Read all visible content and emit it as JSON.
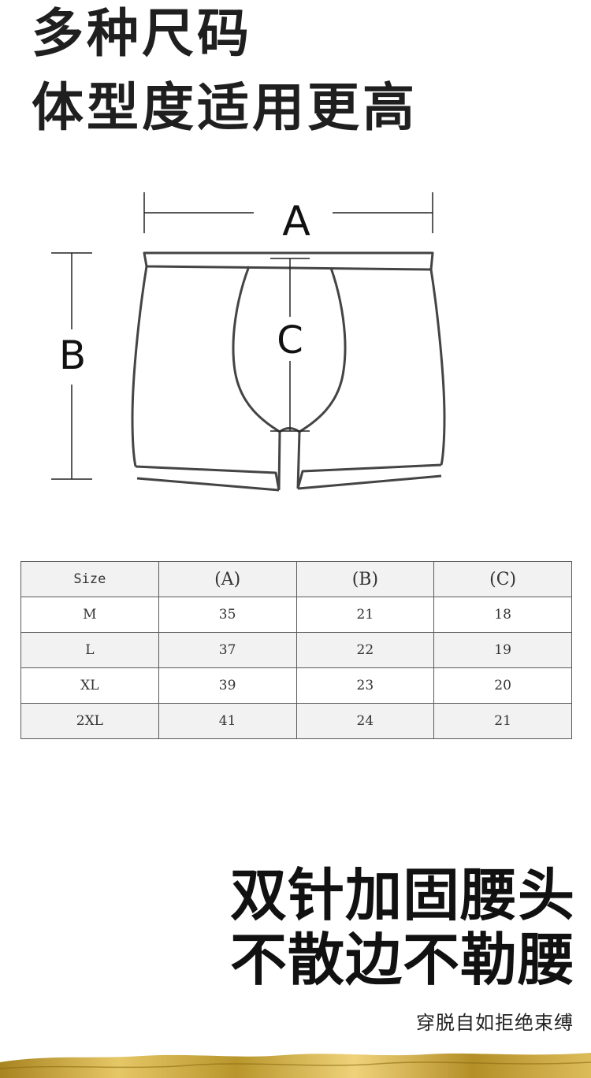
{
  "header": {
    "line1": "多种尺码",
    "line2": "体型度适用更高"
  },
  "diagram": {
    "label_a": "A",
    "label_b": "B",
    "label_c": "C"
  },
  "size_table": {
    "headers": [
      "Size",
      "(A)",
      "(B)",
      "(C)"
    ],
    "rows": [
      [
        "M",
        "35",
        "21",
        "18"
      ],
      [
        "L",
        "37",
        "22",
        "19"
      ],
      [
        "XL",
        "39",
        "23",
        "20"
      ],
      [
        "2XL",
        "41",
        "24",
        "21"
      ]
    ]
  },
  "feature": {
    "title_line1": "双针加固腰头",
    "title_line2": "不散边不勒腰",
    "subtitle": "穿脱自如拒绝束缚"
  },
  "colors": {
    "table_row_shaded": "#f2f2f2",
    "fabric_gold": "#c9a43a"
  }
}
